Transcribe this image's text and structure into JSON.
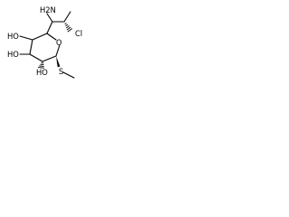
{
  "molecule": {
    "atoms": {
      "amino": "H2N",
      "chloro": "Cl",
      "ring_oxygen": "O",
      "hydroxyl_top": "HO",
      "hydroxyl_left": "HO",
      "hydroxyl_bottom": "HO",
      "thio": "S"
    }
  }
}
